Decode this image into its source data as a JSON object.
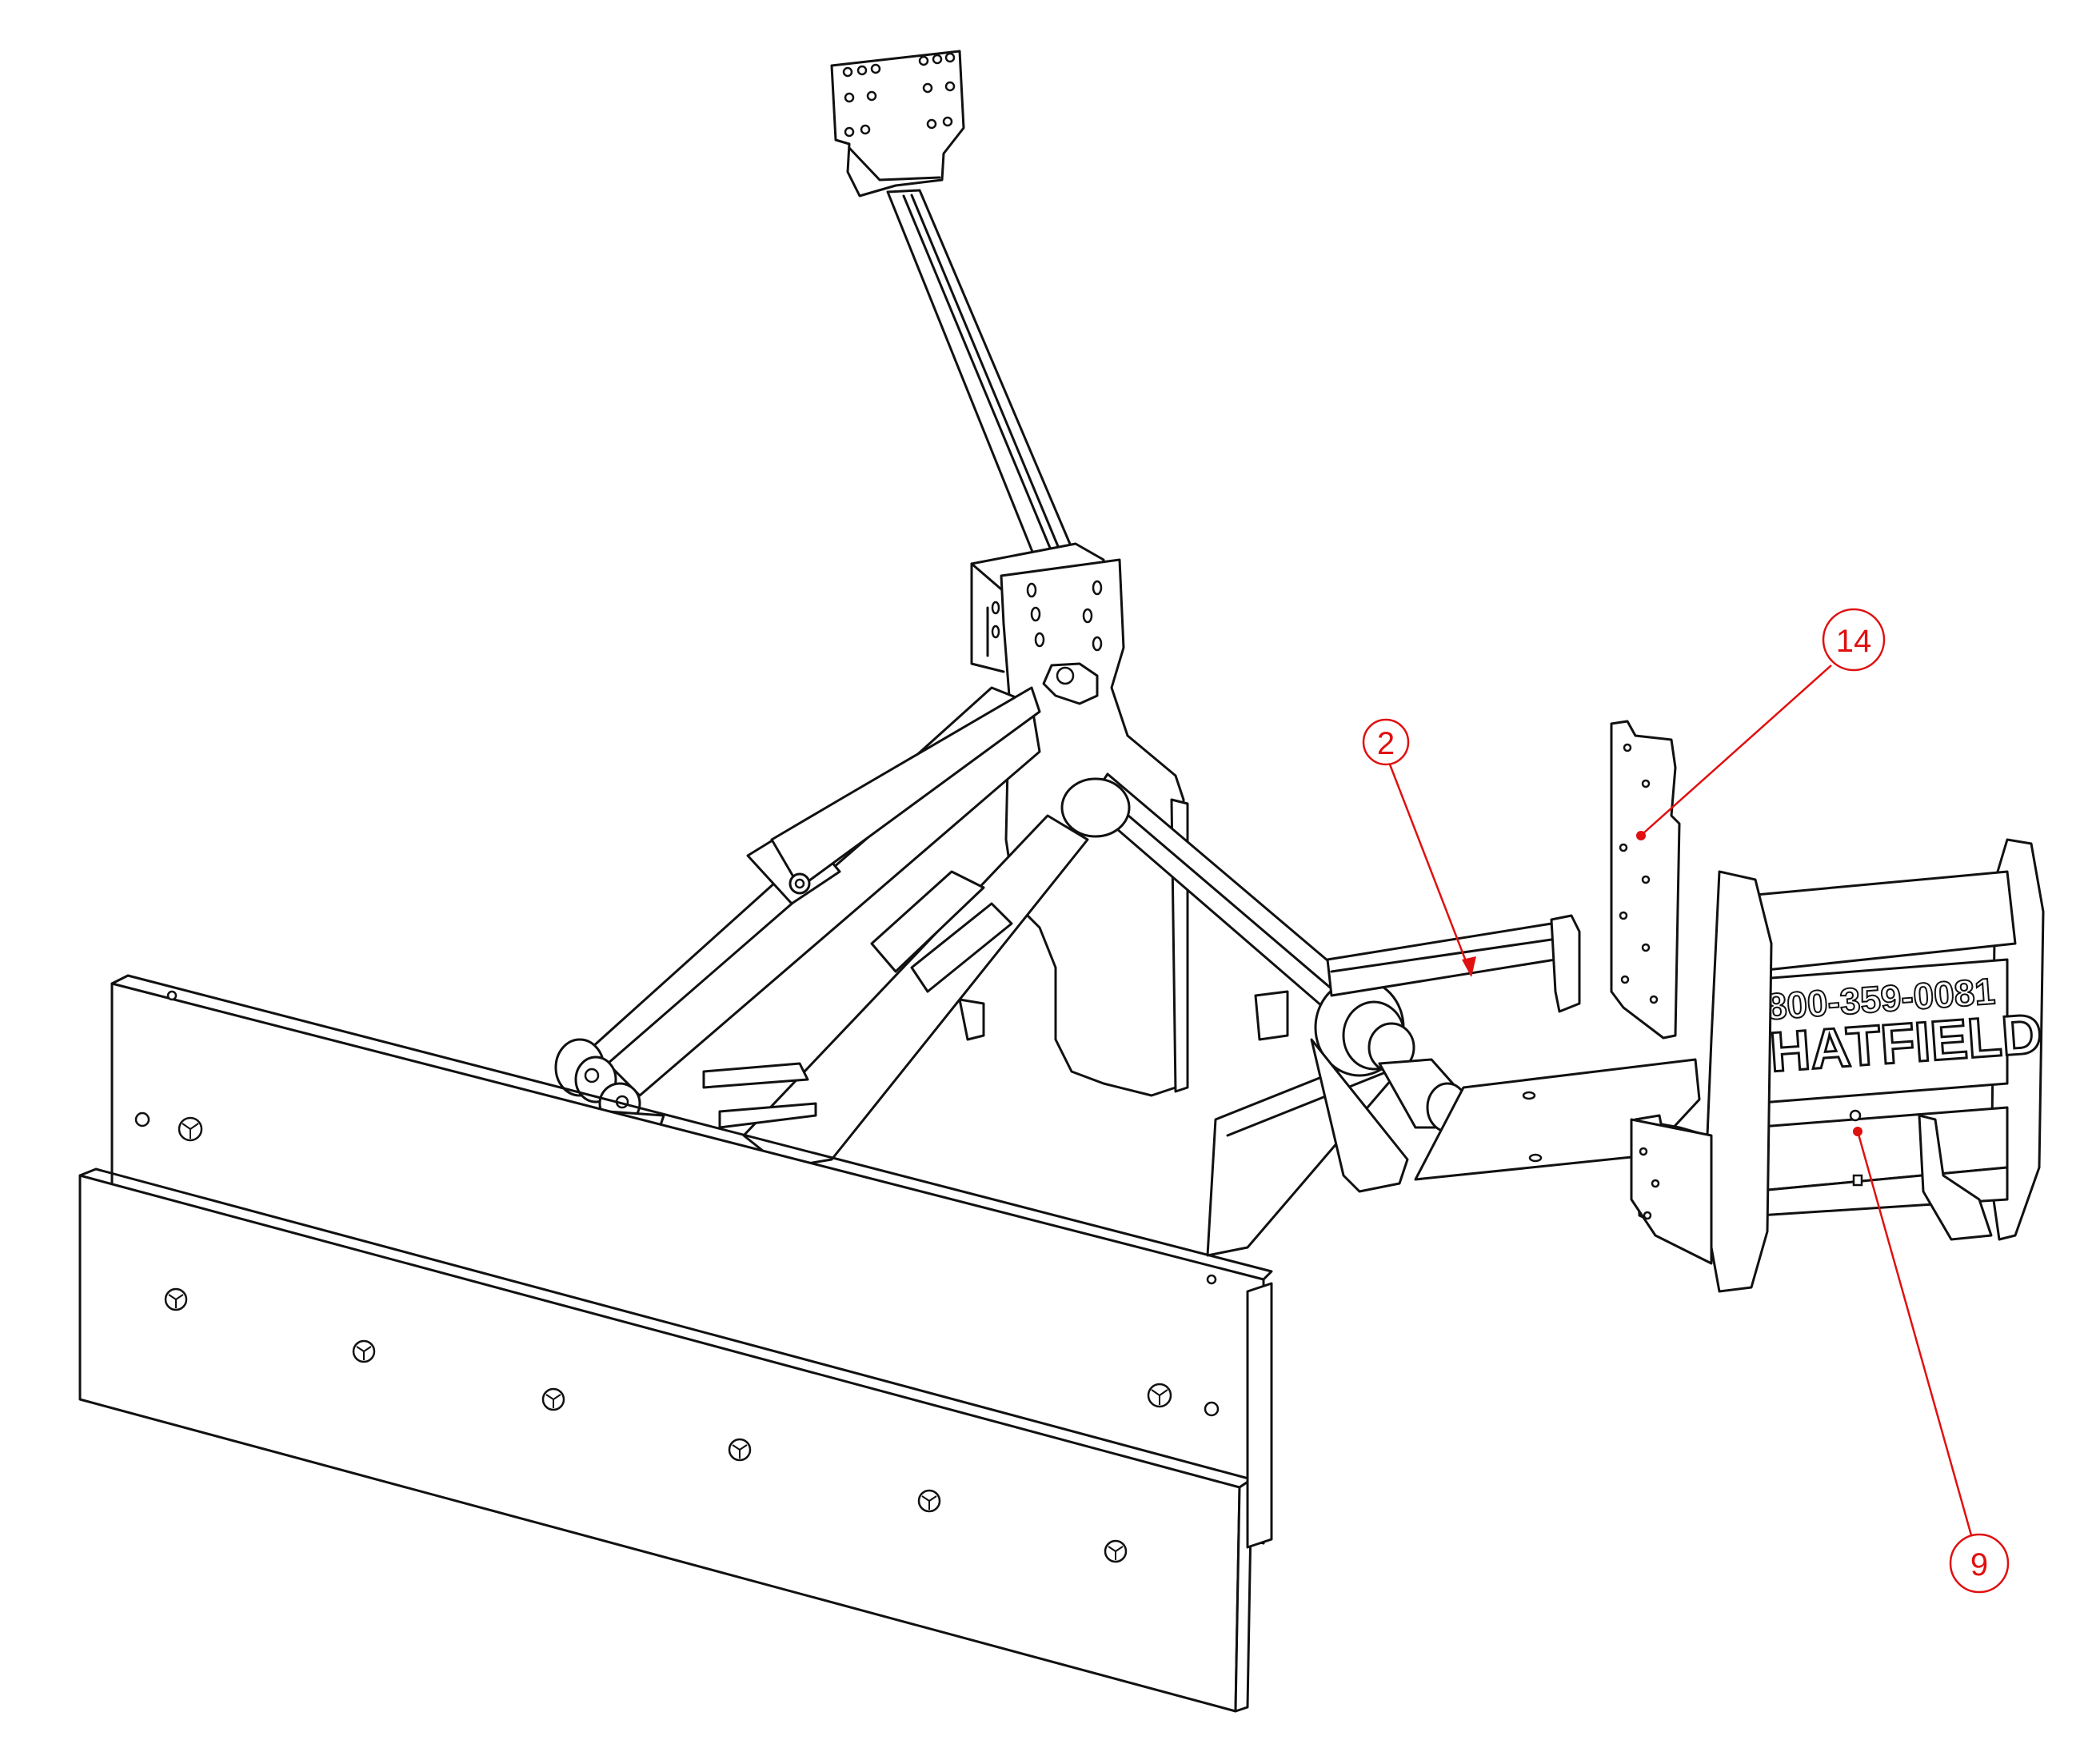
{
  "drawing": {
    "brand_text": "HATFIELD",
    "phone_text": "800-359-0081"
  },
  "callouts": [
    {
      "label": "2"
    },
    {
      "label": "14"
    },
    {
      "label": "9"
    }
  ],
  "colors": {
    "line": "#111111",
    "callout": "#e01010",
    "background": "#ffffff"
  }
}
